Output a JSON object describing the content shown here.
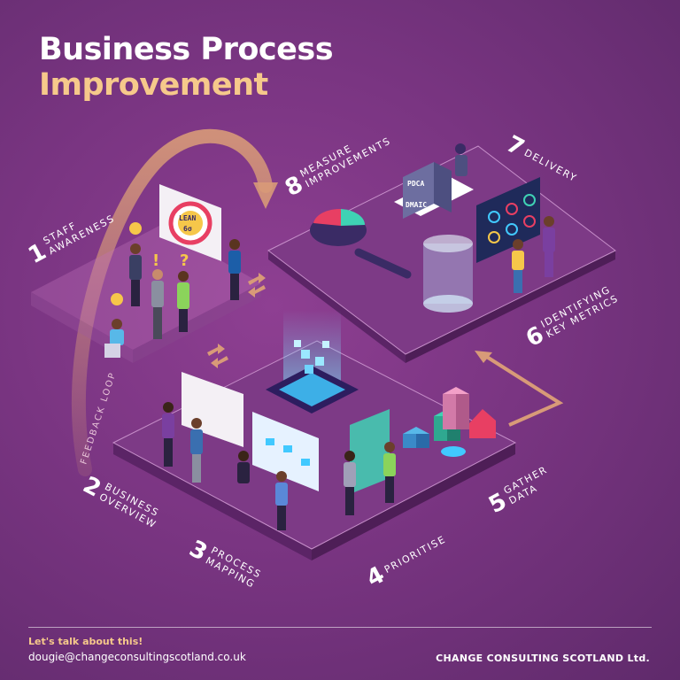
{
  "title": {
    "line1": "Business Process",
    "line2": "Improvement"
  },
  "steps": [
    {
      "number": "1",
      "line1": "STAFF",
      "line2": "AWARENESS"
    },
    {
      "number": "2",
      "line1": "BUSINESS",
      "line2": "OVERVIEW"
    },
    {
      "number": "3",
      "line1": "PROCESS",
      "line2": "MAPPING"
    },
    {
      "number": "4",
      "line1": "PRIORITISE",
      "line2": ""
    },
    {
      "number": "5",
      "line1": "GATHER",
      "line2": "DATA"
    },
    {
      "number": "6",
      "line1": "IDENTIFYING",
      "line2": "KEY METRICS"
    },
    {
      "number": "7",
      "line1": "DELIVERY",
      "line2": ""
    },
    {
      "number": "8",
      "line1": "MEASURE",
      "line2": "IMPROVEMENTS"
    }
  ],
  "feedback_loop": "FEEDBACK LOOP",
  "badges": {
    "lean": "LEAN",
    "six_sigma": "6σ",
    "pdca": "PDCA",
    "dmaic": "DMAIC"
  },
  "footer": {
    "cta": "Let's talk about this!",
    "email": "dougie@changeconsultingscotland.co.uk",
    "company": "CHANGE CONSULTING SCOTLAND Ltd."
  },
  "colors": {
    "background": "#7a3582",
    "title_primary": "#ffffff",
    "title_accent": "#f6c98b",
    "platform_top": "#7d3a86",
    "platform_edge": "#4e1e57",
    "feedback_arrow": "#d89a78"
  }
}
